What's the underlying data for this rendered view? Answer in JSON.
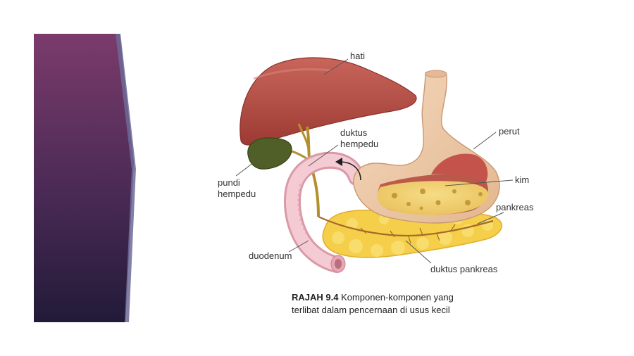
{
  "slide": {
    "accent_colors": {
      "panel_top": "#7a3a6a",
      "panel_bottom": "#241a3a",
      "panel_edge": "#9aa0c4"
    }
  },
  "diagram": {
    "labels": {
      "hati": "hati",
      "perut": "perut",
      "duktus_hempedu_line1": "duktus",
      "duktus_hempedu_line2": "hempedu",
      "pundi_hempedu_line1": "pundi",
      "pundi_hempedu_line2": "hempedu",
      "kim": "kim",
      "pankreas": "pankreas",
      "duodenum": "duodenum",
      "duktus_pankreas": "duktus pankreas"
    },
    "caption": {
      "number": "RAJAH 9.4",
      "text_line1": " Komponen-komponen yang",
      "text_line2": "terlibat dalam pencernaan di usus kecil"
    },
    "organ_colors": {
      "liver": "#b5473f",
      "gallbladder": "#4e5e26",
      "stomach": "#eec9a7",
      "chyme": "#f2d070",
      "pancreas": "#f6d24c",
      "duodenum": "#f3c7d0"
    }
  }
}
